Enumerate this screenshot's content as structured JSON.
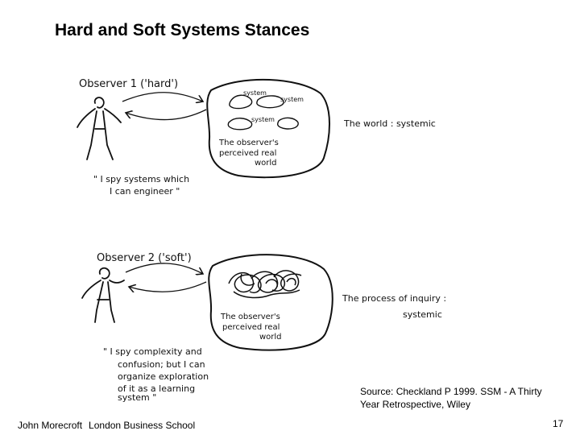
{
  "slide": {
    "title": "Hard and Soft Systems Stances",
    "source_line1": "Source: Checkland P 1999. SSM - A Thirty",
    "source_line2": "Year Retrospective, Wiley",
    "footer_author": "John Morecroft",
    "footer_org": "London Business School",
    "page_number": "17"
  },
  "figure": {
    "hard": {
      "observer_label": "Observer 1 ('hard')",
      "system_labels": [
        "system",
        "system",
        "system"
      ],
      "world_caption_line1": "The observer's",
      "world_caption_line2": "perceived real",
      "world_caption_line3": "world",
      "quote_line1": "\" I spy systems which",
      "quote_line2": "I can engineer \"",
      "right_note": "The world : systemic"
    },
    "soft": {
      "observer_label": "Observer 2 ('soft')",
      "world_caption_line1": "The observer's",
      "world_caption_line2": "perceived real",
      "world_caption_line3": "world",
      "quote_line1": "\" I spy complexity and",
      "quote_line2": "confusion; but I can",
      "quote_line3": "organize exploration",
      "quote_line4": "of it as a learning",
      "quote_line5": "system \"",
      "right_note_line1": "The process of inquiry :",
      "right_note_line2": "systemic"
    }
  }
}
